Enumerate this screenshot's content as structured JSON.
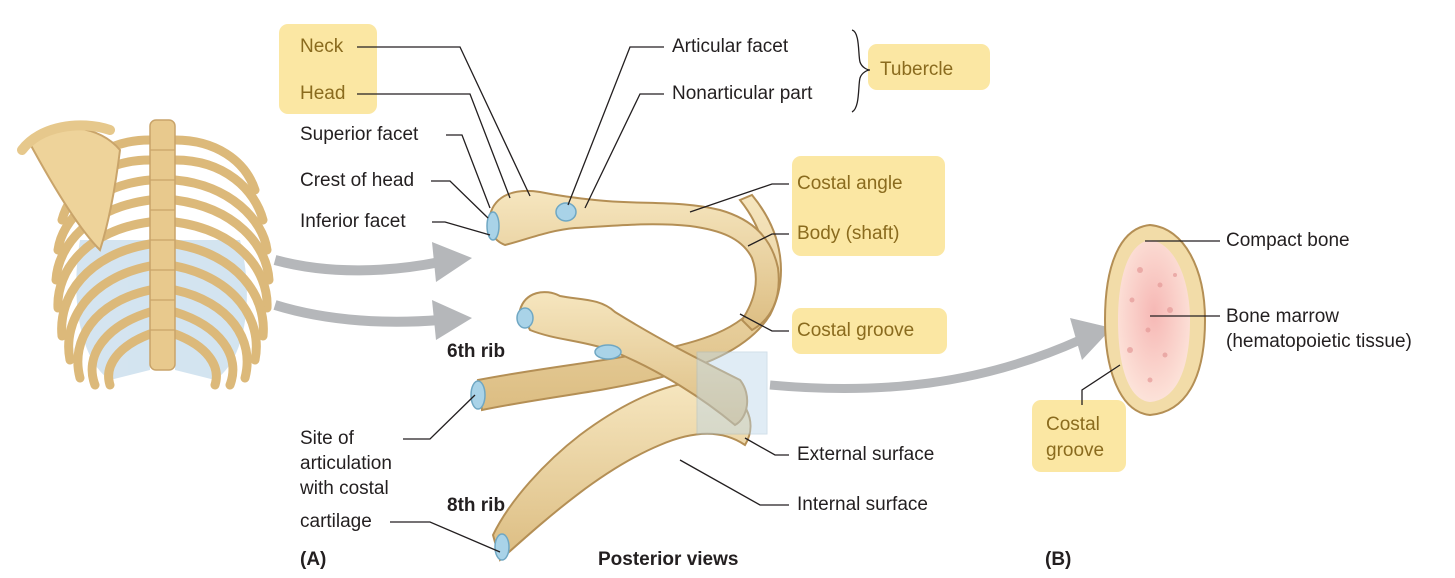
{
  "labels": {
    "neck": "Neck",
    "head": "Head",
    "superior_facet": "Superior facet",
    "crest_of_head": "Crest of head",
    "inferior_facet": "Inferior facet",
    "articular_facet": "Articular facet",
    "nonarticular_part": "Nonarticular part",
    "tubercle": "Tubercle",
    "costal_angle": "Costal angle",
    "body_shaft": "Body (shaft)",
    "costal_groove": "Costal groove",
    "sixth_rib": "6th rib",
    "eighth_rib": "8th rib",
    "site_line1": "Site of",
    "site_line2": "articulation",
    "site_line3": "with costal",
    "site_line4": "cartilage",
    "external_surface": "External surface",
    "internal_surface": "Internal surface",
    "compact_bone": "Compact bone",
    "bone_marrow_line1": "Bone marrow",
    "bone_marrow_line2": "(hematopoietic tissue)",
    "costal_groove_b_line1": "Costal",
    "costal_groove_b_line2": "groove",
    "panel_a": "(A)",
    "panel_b": "(B)",
    "posterior_views": "Posterior views"
  },
  "colors": {
    "bone": "#f1d9a3",
    "bone_outline": "#c9a46a",
    "cartilage_facet": "#a9d3e8",
    "highlight_box": "#fbe7a3",
    "highlight_text": "#8a6b1e",
    "arrow": "#b5b7ba",
    "marrow": "#f3c6c4"
  }
}
